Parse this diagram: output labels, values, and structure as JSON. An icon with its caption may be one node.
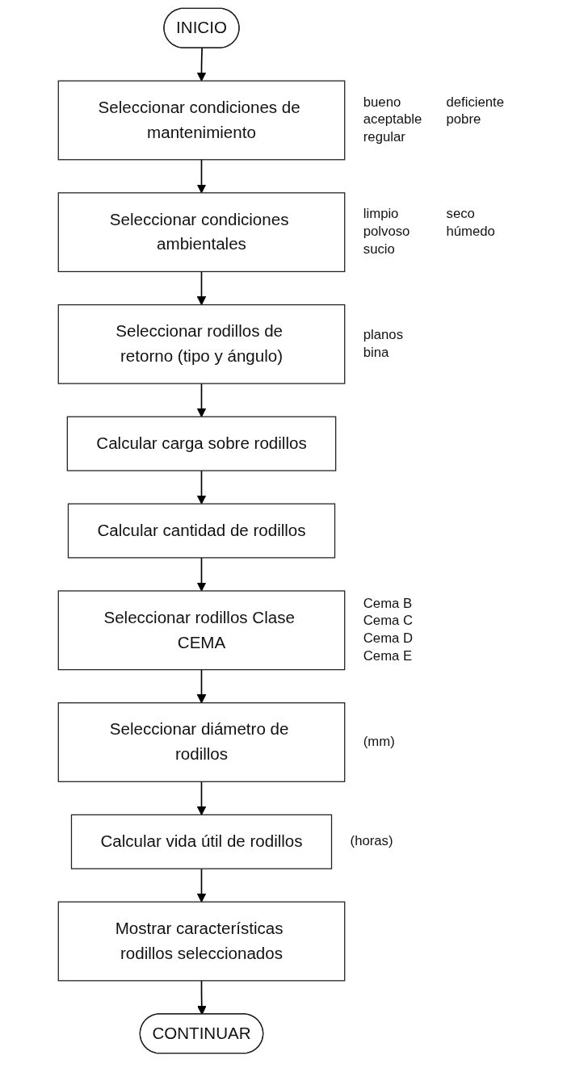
{
  "diagram": {
    "nodes": [
      {
        "text": [
          "INICIO"
        ]
      },
      {
        "text": [
          "Seleccionar condiciones de mantenimiento"
        ],
        "beside": [
          "bueno",
          "deficiente",
          "aceptable",
          "pobre",
          "regular"
        ]
      },
      {
        "text": [
          "Seleccionar condiciones ambientales"
        ],
        "beside": [
          "limpio",
          "seco",
          "polvoso",
          "húmedo",
          "sucio"
        ]
      },
      {
        "text": [
          "Seleccionar rodillos de retorno (tipo y ángulo)"
        ],
        "beside": [
          "planos",
          "bina"
        ]
      },
      {
        "text": [
          "Calcular carga sobre rodillos"
        ]
      },
      {
        "text": [
          "Calcular cantidad de rodillos"
        ]
      },
      {
        "text": [
          "Seleccionar rodillos Clase CEMA"
        ],
        "beside": [
          "Cema B",
          "Cema C",
          "Cema D",
          "Cema E"
        ]
      },
      {
        "text": [
          "Seleccionar diámetro de rodillos"
        ],
        "beside": [
          "(mm)"
        ]
      },
      {
        "text": [
          "Calcular vida útil de rodillos"
        ],
        "beside": [
          "(horas)"
        ]
      },
      {
        "text": [
          "Mostrar características rodillos seleccionados"
        ]
      },
      {
        "text": [
          "CONTINUAR"
        ]
      }
    ],
    "edges": [
      {
        "from": 0,
        "to": 1,
        "arrow": "to"
      },
      {
        "from": 1,
        "to": 2,
        "arrow": "to"
      },
      {
        "from": 2,
        "to": 3,
        "arrow": "to"
      },
      {
        "from": 3,
        "to": 4,
        "arrow": "to"
      },
      {
        "from": 4,
        "to": 5,
        "arrow": "to"
      },
      {
        "from": 5,
        "to": 6,
        "arrow": "to"
      },
      {
        "from": 6,
        "to": 7,
        "arrow": "to"
      },
      {
        "from": 7,
        "to": 8,
        "arrow": "to"
      },
      {
        "from": 8,
        "to": 9,
        "arrow": "to"
      },
      {
        "from": 9,
        "to": 10,
        "arrow": "to"
      }
    ]
  }
}
